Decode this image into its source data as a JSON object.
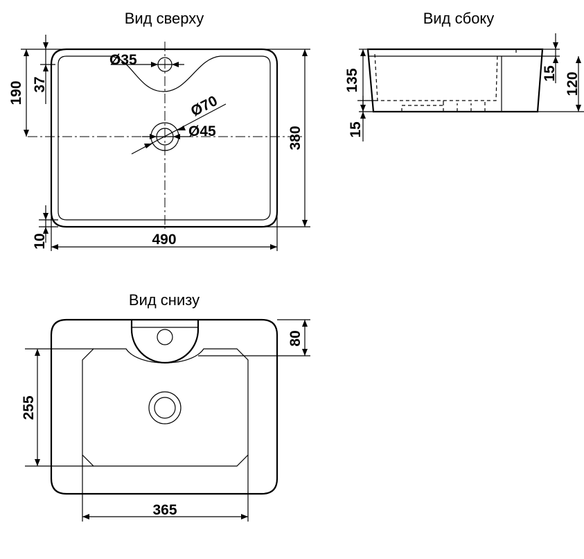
{
  "views": {
    "top": {
      "title": "Вид сверху"
    },
    "side": {
      "title": "Вид сбоку"
    },
    "bottom": {
      "title": "Вид снизу"
    }
  },
  "dimensions": {
    "top": {
      "height_to_center": "190",
      "tap_hole_offset": "37",
      "tap_hole_diameter": "Ø35",
      "drain_outer_diameter": "Ø70",
      "drain_inner_diameter": "Ø45",
      "total_depth": "380",
      "total_width": "490",
      "rim_thickness": "10"
    },
    "side": {
      "outer_height": "135",
      "base_height": "15",
      "rim_height": "15",
      "inner_depth": "120"
    },
    "bottom": {
      "tap_boss_depth": "80",
      "base_depth": "255",
      "base_width": "365"
    }
  }
}
